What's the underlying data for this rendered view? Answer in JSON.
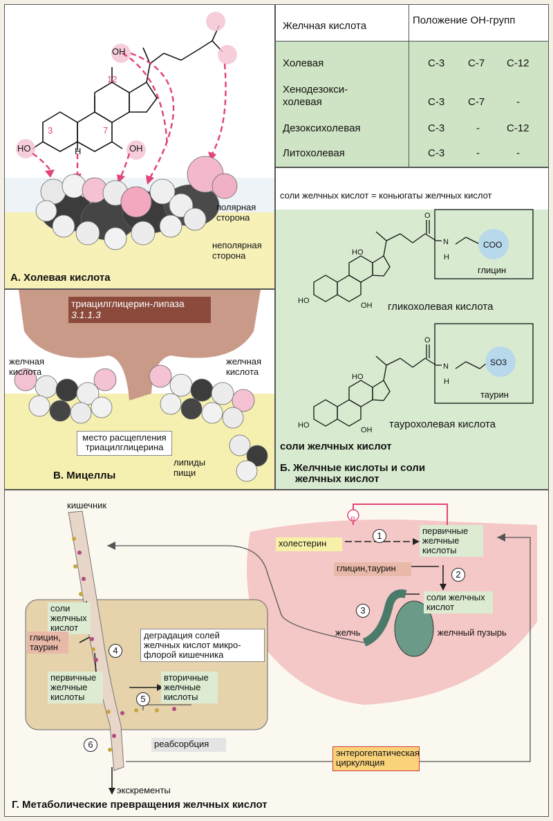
{
  "panel_a": {
    "title": "А. Холевая кислота",
    "oh_top": "OH",
    "oh_left": "HO",
    "oh_right": "OH",
    "h_label": "H",
    "pos3": "3",
    "pos7": "7",
    "pos12": "12",
    "polar": [
      "полярная",
      "сторона"
    ],
    "nonpolar": [
      "неполярная",
      "сторона"
    ]
  },
  "table": {
    "headers": [
      "Желчная кислота",
      "Положение ОН-групп"
    ],
    "rows": [
      {
        "name": "Холевая",
        "c1": "C-3",
        "c2": "C-7",
        "c3": "C-12"
      },
      {
        "name": "Хенодезокси-\nхолевая",
        "c1": "C-3",
        "c2": "C-7",
        "c3": "-"
      },
      {
        "name": "Дезоксихолевая",
        "c1": "C-3",
        "c2": "-",
        "c3": "C-12"
      },
      {
        "name": "Литохолевая",
        "c1": "C-3",
        "c2": "-",
        "c3": "-"
      }
    ]
  },
  "panel_b": {
    "header": "соли желчных кислот = коньюгаты  желчных кислот",
    "glycine": "глицин",
    "glyco": "гликохолевая кислота",
    "taurine": "таурин",
    "tauro": "таурохолевая кислота",
    "coo": "COO",
    "so3": "SO3",
    "footer": "соли желчных кислот",
    "title": [
      "Б. Желчные кислоты и соли",
      "желчных кислот"
    ]
  },
  "panel_v": {
    "enzyme": "триацилглицерин-липаза",
    "ec": "3.1.1.3",
    "left_acid": [
      "желчная",
      "кислота"
    ],
    "right_acid": [
      "желчная",
      "кислота"
    ],
    "site": [
      "место расщепления",
      "триацилглицерина"
    ],
    "lipids": [
      "липиды",
      "пищи"
    ],
    "title": "В. Мицеллы"
  },
  "panel_g": {
    "intestine": "кишечник",
    "salts_left": [
      "соли",
      "желчных",
      "кислот"
    ],
    "glycine_taurine_left": [
      "глицин,",
      "таурин"
    ],
    "degradation": [
      "деградация солей",
      "желчных кислот микро-",
      "флорой кишечника"
    ],
    "primary_left": [
      "первичные",
      "желчные",
      "кислоты"
    ],
    "secondary": [
      "вторичные",
      "желчные",
      "кислоты"
    ],
    "reabsorption": "реабсорбция",
    "excrement": "экскременты",
    "cholesterol": "холестерин",
    "primary_right": [
      "первичные",
      "желчные",
      "кислоты"
    ],
    "glycine_taurine_right": "глицин,таурин",
    "salts_right": [
      "соли желчных",
      "кислот"
    ],
    "bile": "желчь",
    "gallbladder": "желчный пузырь",
    "enterohepatic": [
      "энтерогепатическая",
      "циркуляция"
    ],
    "r_label": "R",
    "steps": [
      "1",
      "2",
      "3",
      "4",
      "5",
      "6"
    ],
    "title": "Г. Метаболические превращения желчных кислот"
  },
  "colors": {
    "green_box": "#dcebd2",
    "pink_box": "#e8b9a8",
    "yellow_box": "#f7f1a8",
    "table_green": "#cfe4c4",
    "enzyme_box": "#8b4a3c",
    "pink_arrow": "#e0457a",
    "liver": "#f4c8c6",
    "intestine_box": "#e6d3ac"
  }
}
